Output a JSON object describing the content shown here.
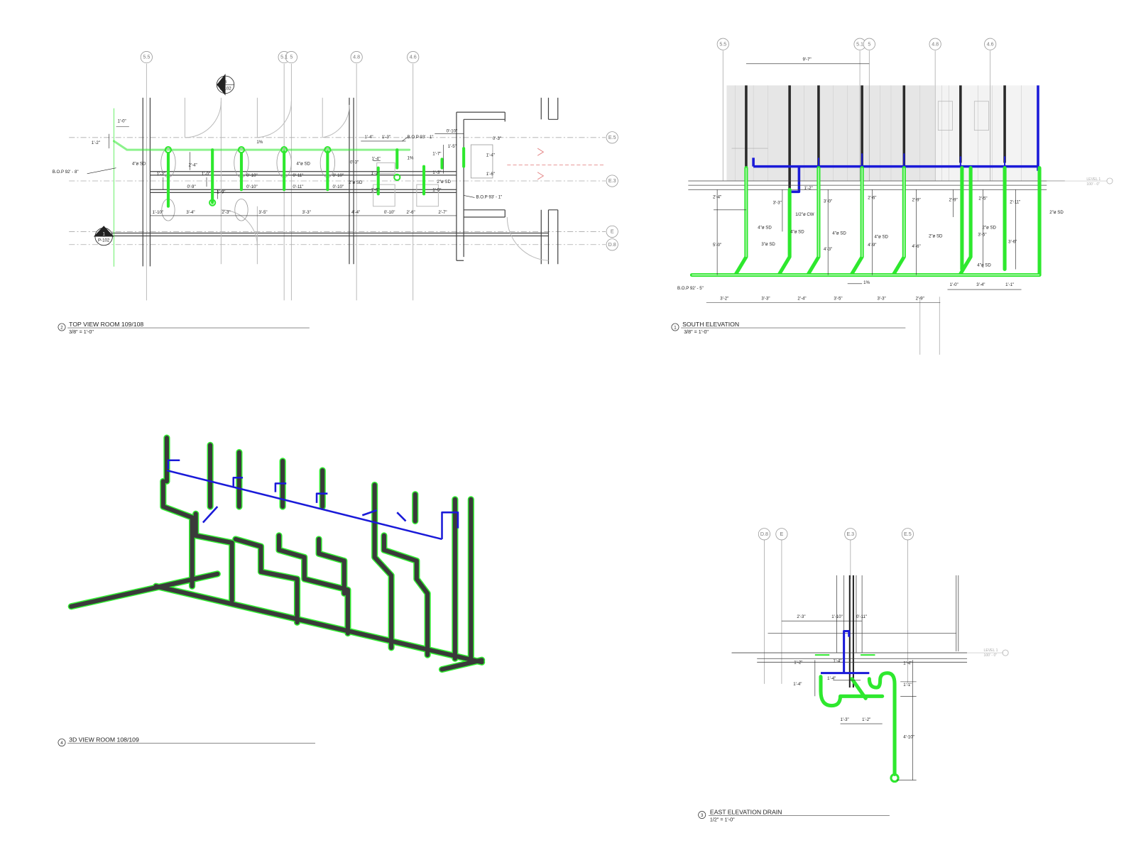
{
  "top_view": {
    "number": "2",
    "title": "TOP VIEW ROOM 109/108",
    "scale": "3/8\" = 1'-0\"",
    "grid_labels": [
      "5.5",
      "5.1",
      "5",
      "4.8",
      "4.6",
      "E.5",
      "E.3",
      "E",
      "D.8"
    ],
    "section_marks": [
      {
        "number": "3",
        "sheet": "P-102"
      },
      {
        "number": "1",
        "sheet": "P-102"
      }
    ],
    "dims": [
      "1'-0\"",
      "1'-2\"",
      "B.O.P 92' - 8\"",
      "4\"ø SD",
      "2'-4\"",
      "1'-2\"",
      "1'-0\"",
      "0'-9\"",
      "1'-9\"",
      "0'-10\"",
      "0'-10\"",
      "4\"ø SD",
      "0'-11\"",
      "0'-11\"",
      "0'-10\"",
      "0'-10\"",
      "2\"ø SD",
      "0'-3\"",
      "1'-4\"",
      "1'-3\"",
      "B.O.P 93' - 1\"",
      "1%",
      "1%",
      "1'-4\"",
      "1'-2\"",
      "1'-5\"",
      "0'-10\"",
      "1'-5\"",
      "1'-7\"",
      "1'-3\"",
      "2\"ø SD",
      "1'-5\"",
      "0'-3\"",
      "1'-4\"",
      "1'-6\"",
      "B.O.P 93' - 1\"",
      "1'-10\"",
      "3'-4\"",
      "2'-3\"",
      "3'-5\"",
      "3'-3\"",
      "4'-4\"",
      "0'-10\"",
      "2'-6\"",
      "2'-7\""
    ]
  },
  "south_elevation": {
    "number": "1",
    "title": "SOUTH ELEVATION",
    "scale": "3/8\" = 1'-0\"",
    "grid_labels": [
      "5.5",
      "5.1",
      "5",
      "4.8",
      "4.6"
    ],
    "level": "LEVEL 1",
    "level_elev": "100' - 0\"",
    "dims": [
      "9'-7\"",
      "2'-4\"",
      "5'-0\"",
      "3'-3\"",
      "1'-2\"",
      "1/2\"ø CW",
      "3'-0\"",
      "2'-6\"",
      "2'-9\"",
      "2'-9\"",
      "2'-5\"",
      "2'-11\"",
      "4\"ø SD",
      "4\"ø SD",
      "3\"ø SD",
      "4\"ø SD",
      "4\"ø SD",
      "2\"ø SD",
      "2\"ø SD",
      "4'-3\"",
      "4'-9\"",
      "4'-6\"",
      "3'-5\"",
      "3'-6\"",
      "4\"ø SD",
      "2\"ø SD",
      "1%",
      "B.O.P 92' - 5\"",
      "3'-2\"",
      "3'-3\"",
      "2'-4\"",
      "3'-5\"",
      "3'-3\"",
      "2'-9\"",
      "1'-0\"",
      "3'-4\"",
      "1'-1\""
    ]
  },
  "view_3d": {
    "number": "4",
    "title": "3D VIEW ROOM 108/109"
  },
  "east_elevation": {
    "number": "3",
    "title": "EAST ELEVATION DRAIN",
    "scale": "1/2\" = 1'-0\"",
    "grid_labels": [
      "D.8",
      "E",
      "E.3",
      "E.5"
    ],
    "level": "LEVEL 1",
    "level_elev": "100' - 0\"",
    "dims": [
      "2'-3\"",
      "1'-10\"",
      "0'-11\"",
      "1'-2\"",
      "1'-4\"",
      "1'-4\"",
      "1'-4\"",
      "1'-4\"",
      "1'-1\"",
      "1'-3\"",
      "1'-2\"",
      "4'-10\""
    ]
  },
  "colors": {
    "sanitary_drain": "#2ee82e",
    "cold_water": "#1a1ad8",
    "pipe_body": "#3a3a3a"
  }
}
